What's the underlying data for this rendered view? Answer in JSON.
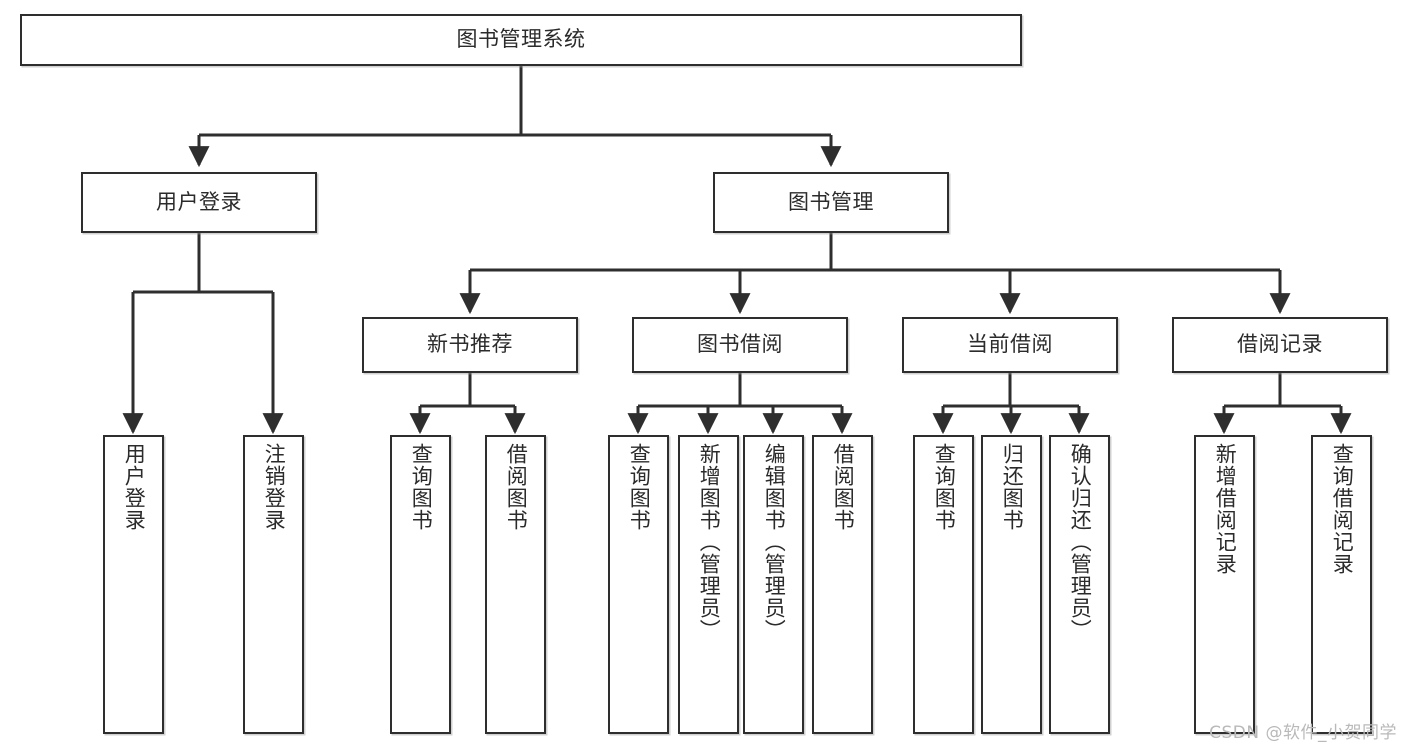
{
  "diagram": {
    "title": "图书管理系统",
    "watermark": "CSDN @软件_小贺同学",
    "line_color": "#2e2e2e",
    "box_fill": "#ffffff",
    "text_color": "#2b2b2b",
    "root": {
      "label": "图书管理系统",
      "level": 0
    },
    "level2": [
      {
        "label": "用户登录"
      },
      {
        "label": "图书管理"
      }
    ],
    "level3": [
      {
        "label": "新书推荐"
      },
      {
        "label": "图书借阅"
      },
      {
        "label": "当前借阅"
      },
      {
        "label": "借阅记录"
      }
    ],
    "leaves": {
      "user_login": [
        {
          "label": "用户登录"
        },
        {
          "label": "注销登录"
        }
      ],
      "new_book_recommend": [
        {
          "label": "查询图书"
        },
        {
          "label": "借阅图书"
        }
      ],
      "book_borrow": [
        {
          "label": "查询图书"
        },
        {
          "label": "新增图书（管理员）"
        },
        {
          "label": "编辑图书（管理员）"
        },
        {
          "label": "借阅图书"
        }
      ],
      "current_borrow": [
        {
          "label": "查询图书"
        },
        {
          "label": "归还图书"
        },
        {
          "label": "确认归还（管理员）"
        }
      ],
      "borrow_record": [
        {
          "label": "新增借阅记录"
        },
        {
          "label": "查询借阅记录"
        }
      ]
    }
  }
}
